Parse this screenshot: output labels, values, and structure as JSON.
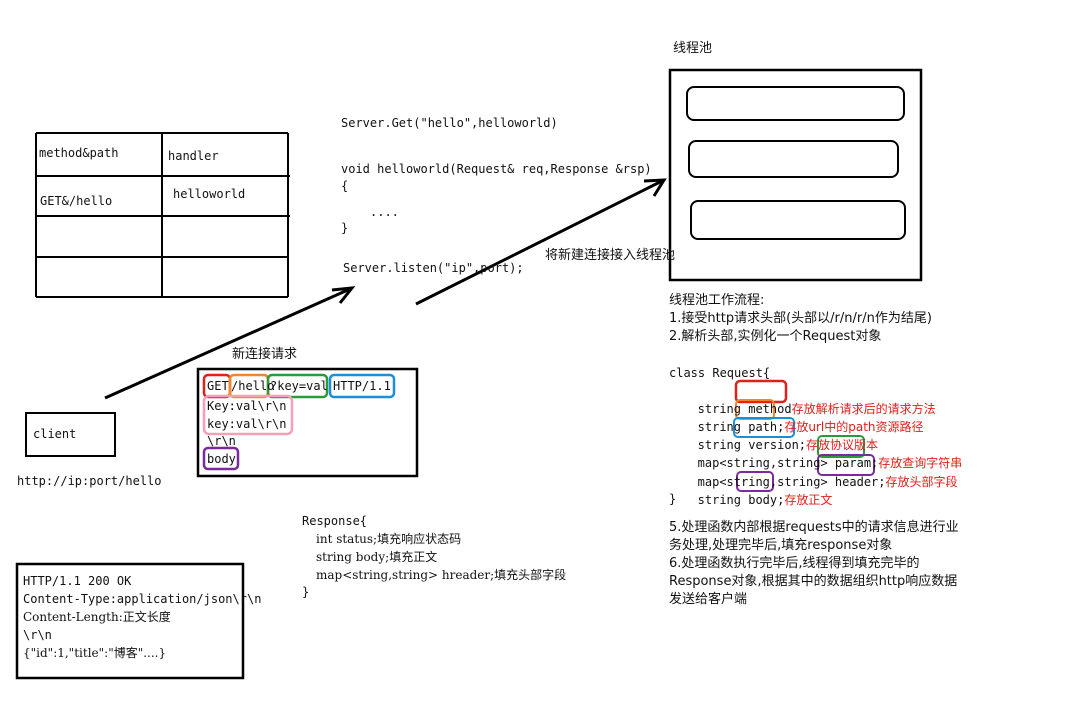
{
  "route_table": {
    "rows": [
      [
        "method&path",
        "handler"
      ],
      [
        "GET&/hello",
        "helloworld"
      ],
      [
        "",
        ""
      ],
      [
        "",
        ""
      ]
    ]
  },
  "client": {
    "label": "client",
    "url": "http://ip:port/hello"
  },
  "server_code": {
    "get_line": "Server.Get(\"hello\",helloworld)",
    "func_line": "void helloworld(Request& req,Response &rsp)",
    "open_brace": "{",
    "ellipsis": "....",
    "close_brace": "}",
    "listen_line": "Server.listen(\"ip\",port);"
  },
  "new_conn": {
    "title": "新连接请求",
    "req_method": "GET",
    "req_path": "/hello",
    "req_query": "?key=val",
    "req_version": "HTTP/1.1",
    "header1": "Key:val\\r\\n",
    "header2": "key:val\\r\\n",
    "crlf": "\\r\\n",
    "body": "body"
  },
  "arrow_label": "将新建连接接入线程池",
  "thread_pool": {
    "title": "线程池"
  },
  "workflow": {
    "title": "线程池工作流程:",
    "step1": "1.接受http请求头部(头部以/r/n/r/n作为结尾)",
    "step2": "2.解析头部,实例化一个Request对象"
  },
  "request_class": {
    "decl": "class Request{",
    "close": "}",
    "fields": [
      {
        "prefix": "string ",
        "name": "method",
        "suffix": "",
        "comment": "存放解析请求后的请求方法",
        "color": "#e0201a"
      },
      {
        "prefix": "string ",
        "name": "path;",
        "suffix": "",
        "comment": "存放url中的path资源路径",
        "color": "#f0882a"
      },
      {
        "prefix": "string ",
        "name": "version;",
        "suffix": "",
        "comment": "存放协议版本",
        "color": "#1a8fd8"
      },
      {
        "prefix": "map<string,string> ",
        "name": "param;",
        "suffix": "",
        "comment": "存放查询字符串",
        "color": "#2a9a3a"
      },
      {
        "prefix": "map<string,string> ",
        "name": "header;",
        "suffix": "",
        "comment": "存放头部字段",
        "color": "#7a2a9a"
      },
      {
        "prefix": "string ",
        "name": "body;",
        "suffix": "",
        "comment": "存放正文",
        "color": "#7a2a9a"
      }
    ]
  },
  "steps_after": {
    "step5a": "5.处理函数内部根据requests中的请求信息进行业",
    "step5b": "务处理,处理完毕后,填充response对象",
    "step6a": "6.处理函数执行完毕后,线程得到填充完毕的",
    "step6b": "Response对象,根据其中的数据组织http响应数据",
    "step6c": "发送给客户端"
  },
  "response_class": {
    "decl": "Response{",
    "line1": "int status;填充响应状态码",
    "line2": "string body;填充正文",
    "line3": "map<string,string> hreader;填充头部字段",
    "close": "}"
  },
  "http_response": {
    "line1": "HTTP/1.1 200 OK",
    "line2": "Content-Type:application/json\\r\\n",
    "line3": "Content-Length:正文长度",
    "line4": "\\r\\n",
    "line5": "{\"id\":1,\"title\":\"博客\"....}"
  },
  "colors": {
    "red": "#e0201a",
    "orange": "#f0882a",
    "green": "#2a9a3a",
    "blue": "#1a8fd8",
    "pink": "#f4a0b8",
    "purple": "#7a2a9a"
  }
}
